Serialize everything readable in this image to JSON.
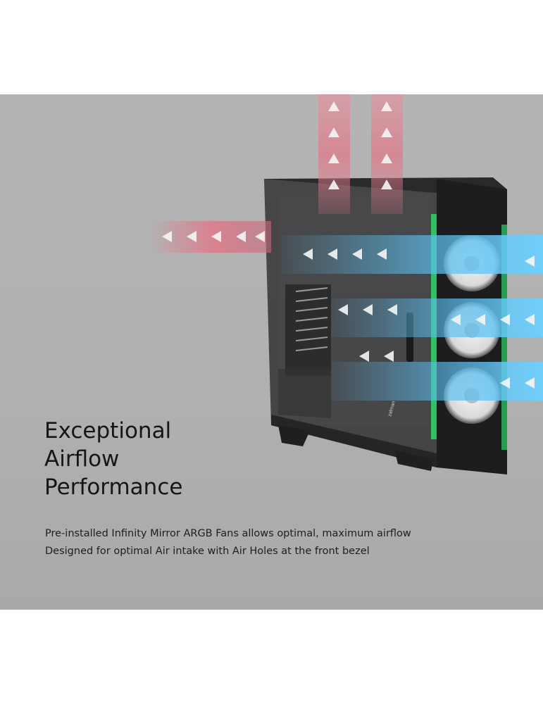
{
  "headline": {
    "line1": "Exceptional",
    "line2": "Airflow",
    "line3": "Performance"
  },
  "description": {
    "line1": "Pre-installed Infinity Mirror ARGB Fans allows optimal, maximum airflow",
    "line2": "Designed for optimal Air intake with Air Holes at the front bezel"
  },
  "product": {
    "logo_text": "zalman"
  },
  "colors": {
    "background": "#b1b1b1",
    "exhaust": "#e07a8a",
    "intake": "#5cc0f0",
    "argb": "#2fd66a",
    "case": "#2b2b2d"
  }
}
